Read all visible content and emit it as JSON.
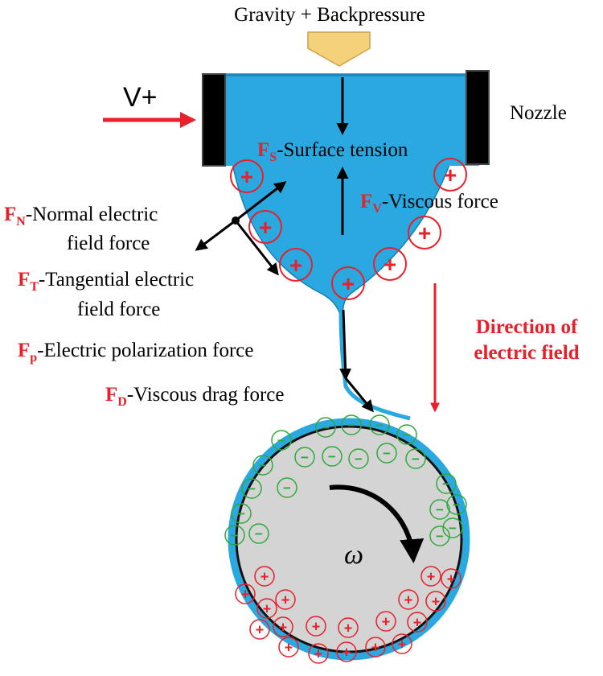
{
  "labels": {
    "top": "Gravity + Backpressure",
    "voltage": "V+",
    "nozzle": "Nozzle",
    "surface_tension": {
      "sym": "F",
      "sub": "S",
      "text": "-Surface tension"
    },
    "viscous_force": {
      "sym": "F",
      "sub": "V",
      "text": "-Viscous force"
    },
    "normal_force": {
      "sym": "F",
      "sub": "N",
      "line1": "-Normal electric",
      "line2": "field force"
    },
    "tangential_force": {
      "sym": "F",
      "sub": "T",
      "line1": "-Tangential  electric",
      "line2": "field force"
    },
    "polarization_force": {
      "sym": "F",
      "sub": "p",
      "text": "-Electric polarization force"
    },
    "drag_force": {
      "sym": "F",
      "sub": "D",
      "text": "-Viscous drag force"
    },
    "field_direction": {
      "line1": "Direction of",
      "line2": "electric field"
    },
    "omega": "ω"
  },
  "charges": {
    "positive": "+",
    "negative": "−"
  },
  "colors": {
    "fluid_blue": "#2aa8e0",
    "drum_grey": "#d4d4d4",
    "accent_red": "#e8202a",
    "negative_green": "#2eaa3a",
    "arrow_yellow": "#f5d27a"
  }
}
